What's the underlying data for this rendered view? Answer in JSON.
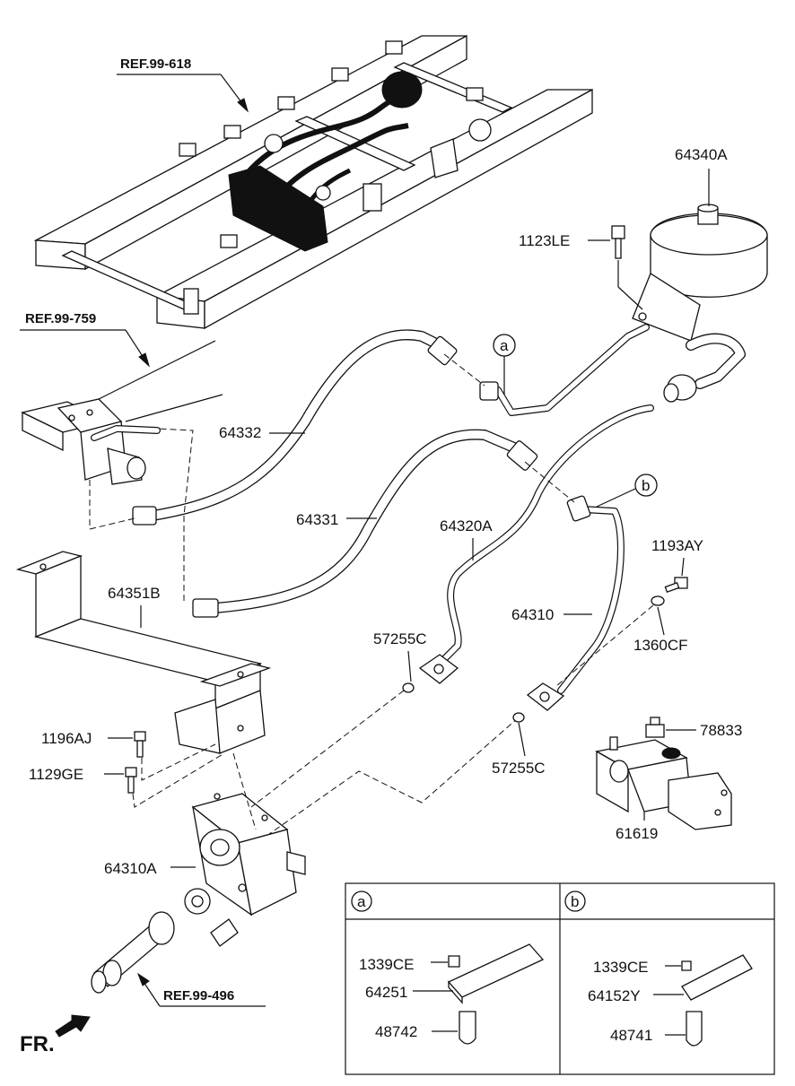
{
  "references": {
    "frame": "REF.99-618",
    "valve": "REF.99-759",
    "shaft": "REF.99-496"
  },
  "direction": "FR.",
  "part_labels": {
    "reservoir": "64340A",
    "reservoir_bolt": "1123LE",
    "return_hose": "64332",
    "feed_hose": "64331",
    "suction_pipe": "64320A",
    "pressure_pipe": "64310",
    "bracket": "64351B",
    "pipe_bolt": "1193AY",
    "washer": "1360CF",
    "oring_left": "57255C",
    "oring_right": "57255C",
    "bracket_bolt": "1196AJ",
    "bracket_bolt_2": "1129GE",
    "pump": "64310A",
    "plug": "78833",
    "valve_block": "61619"
  },
  "callouts": {
    "a": "a",
    "b": "b"
  },
  "detail_a": {
    "header": "a",
    "nut": "1339CE",
    "clamp": "64251",
    "u_bolt": "48742"
  },
  "detail_b": {
    "header": "b",
    "nut": "1339CE",
    "clamp": "64152Y",
    "u_bolt": "48741"
  }
}
